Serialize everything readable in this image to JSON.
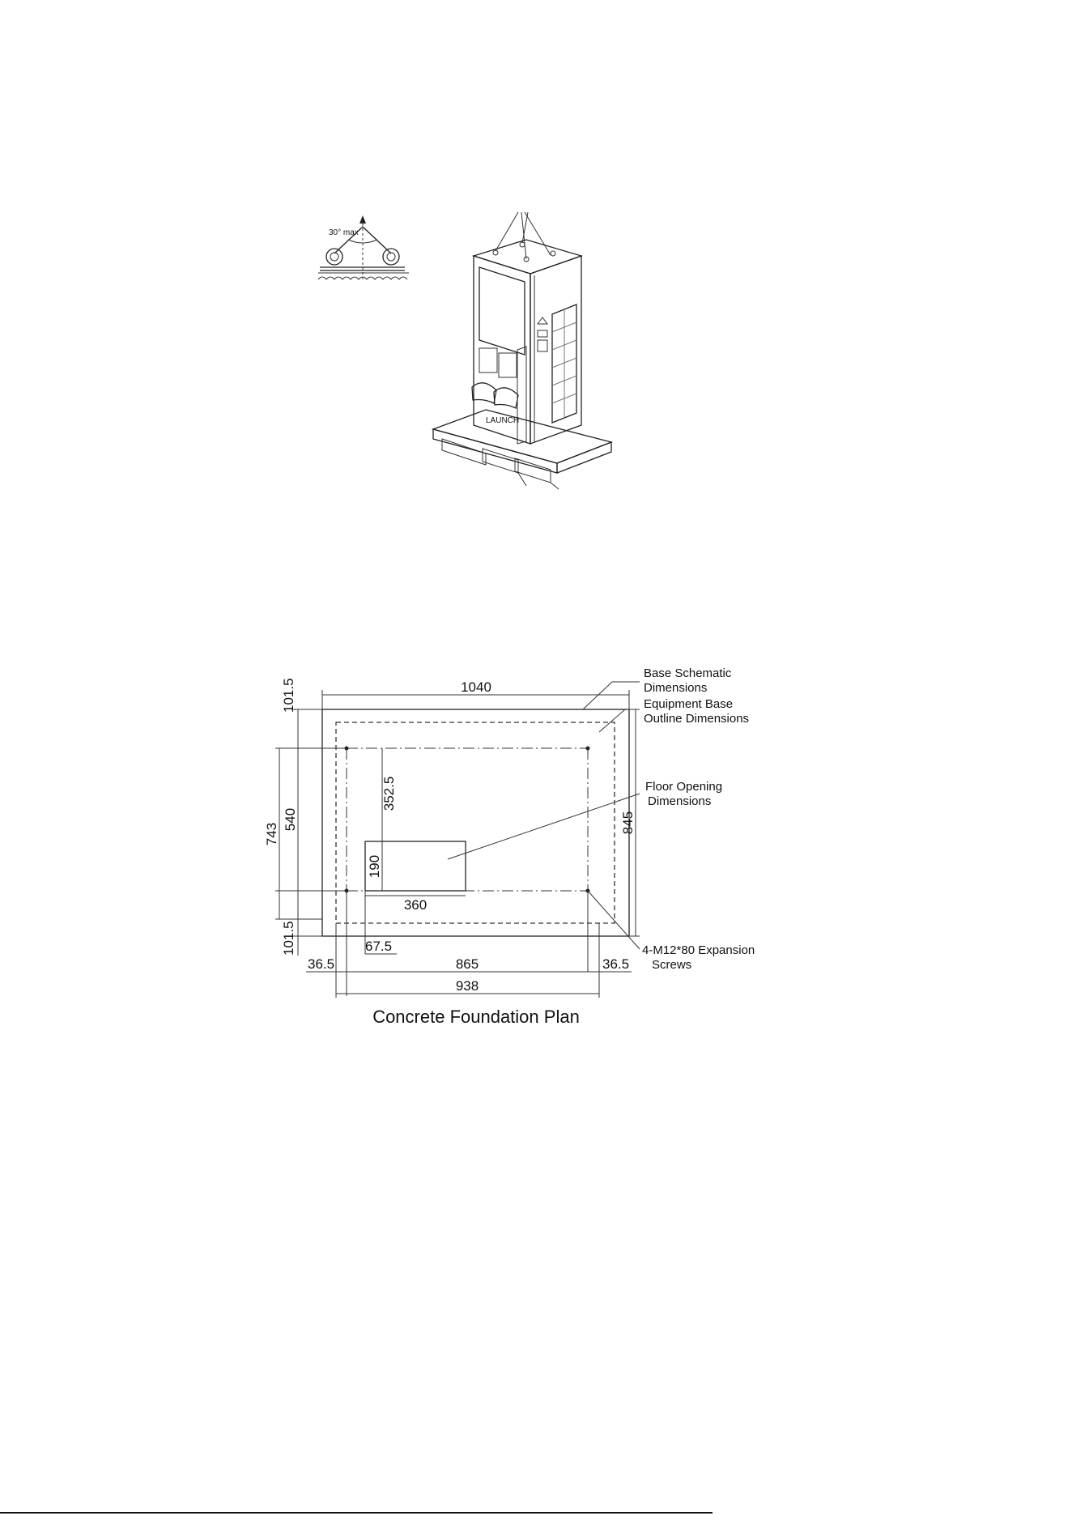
{
  "lifting_detail": {
    "angle_label": "30° max"
  },
  "charger": {
    "brand_label": "LAUNCH"
  },
  "foundation_plan": {
    "title": "Concrete Foundation Plan",
    "callouts": {
      "base_schematic": [
        "Base Schematic",
        "Dimensions"
      ],
      "equipment_base": [
        "Equipment Base",
        "Outline Dimensions"
      ],
      "floor_opening": [
        "Floor Opening",
        "Dimensions"
      ],
      "expansion_screws": [
        "4-M12*80 Expansion",
        "Screws"
      ]
    },
    "dimensions": {
      "overall_width": "1040",
      "top_margin": "101.5",
      "bottom_margin": "101.5",
      "overall_depth": "743",
      "bolt_spacing_depth": "540",
      "opening_offset_y": "352.5",
      "opening_depth": "190",
      "opening_width": "360",
      "opening_offset_x": "67.5",
      "left_margin": "36.5",
      "bolt_spacing_width": "865",
      "right_margin": "36.5",
      "equipment_width": "938",
      "overall_length_right": "845"
    }
  }
}
